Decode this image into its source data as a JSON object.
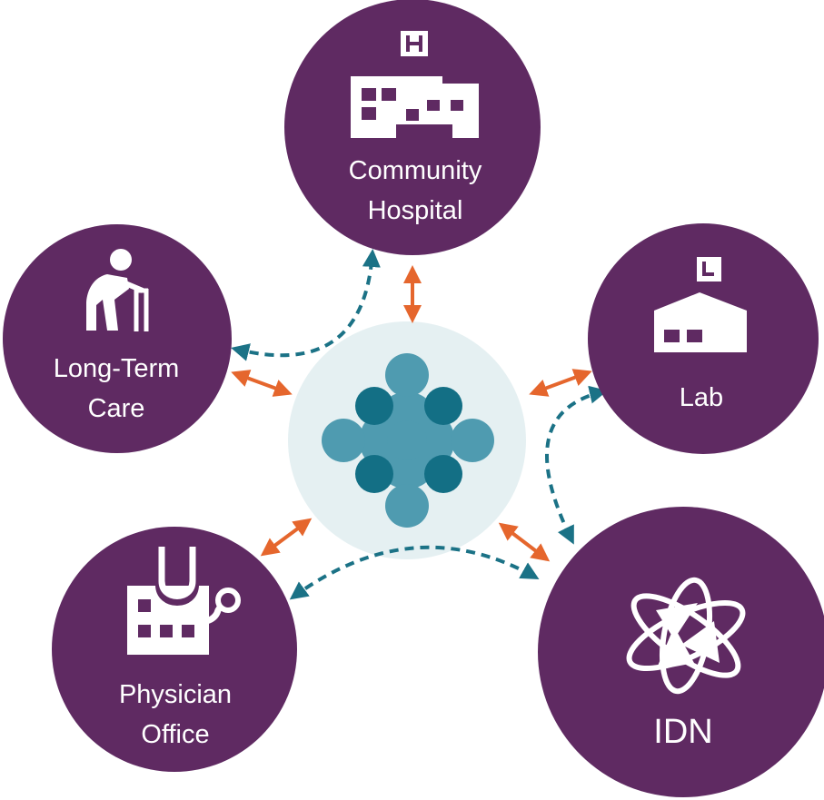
{
  "nodes": {
    "community_hospital": {
      "line1": "Community",
      "line2": "Hospital",
      "icon": "hospital-building-icon"
    },
    "long_term_care": {
      "line1": "Long-Term",
      "line2": "Care",
      "icon": "elderly-person-walker-icon"
    },
    "lab": {
      "line1": "Lab",
      "icon": "lab-building-icon"
    },
    "physician_office": {
      "line1": "Physician",
      "line2": "Office",
      "icon": "stethoscope-office-icon"
    },
    "idn": {
      "line1": "IDN",
      "icon": "network-cycle-icon"
    }
  },
  "hub": {
    "icon": "interoperability-hub-icon"
  },
  "colors": {
    "node": "#5f2a62",
    "hub_bg": "#e5f0f2",
    "hub_light": "#4f9bb0",
    "hub_dark": "#136f85",
    "direct_arrow": "#e5662d",
    "dashed_arrow": "#1b7286"
  }
}
